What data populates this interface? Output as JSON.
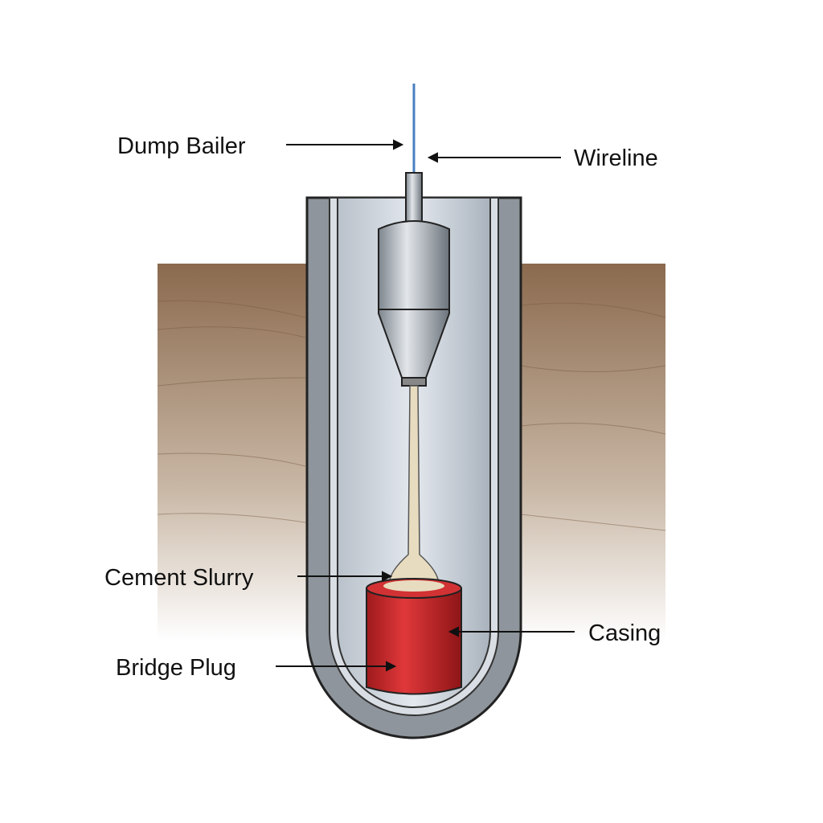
{
  "labels": {
    "dump_bailer": "Dump Bailer",
    "wireline": "Wireline",
    "cement_slurry": "Cement Slurry",
    "casing": "Casing",
    "bridge_plug": "Bridge Plug"
  },
  "colors": {
    "earth": "#8b6a4e",
    "casing": "#8e959c",
    "bore": "#c9d0d8",
    "plug": "#c9282b",
    "cement": "#e8dcc0",
    "wire": "#4a7fc0"
  }
}
